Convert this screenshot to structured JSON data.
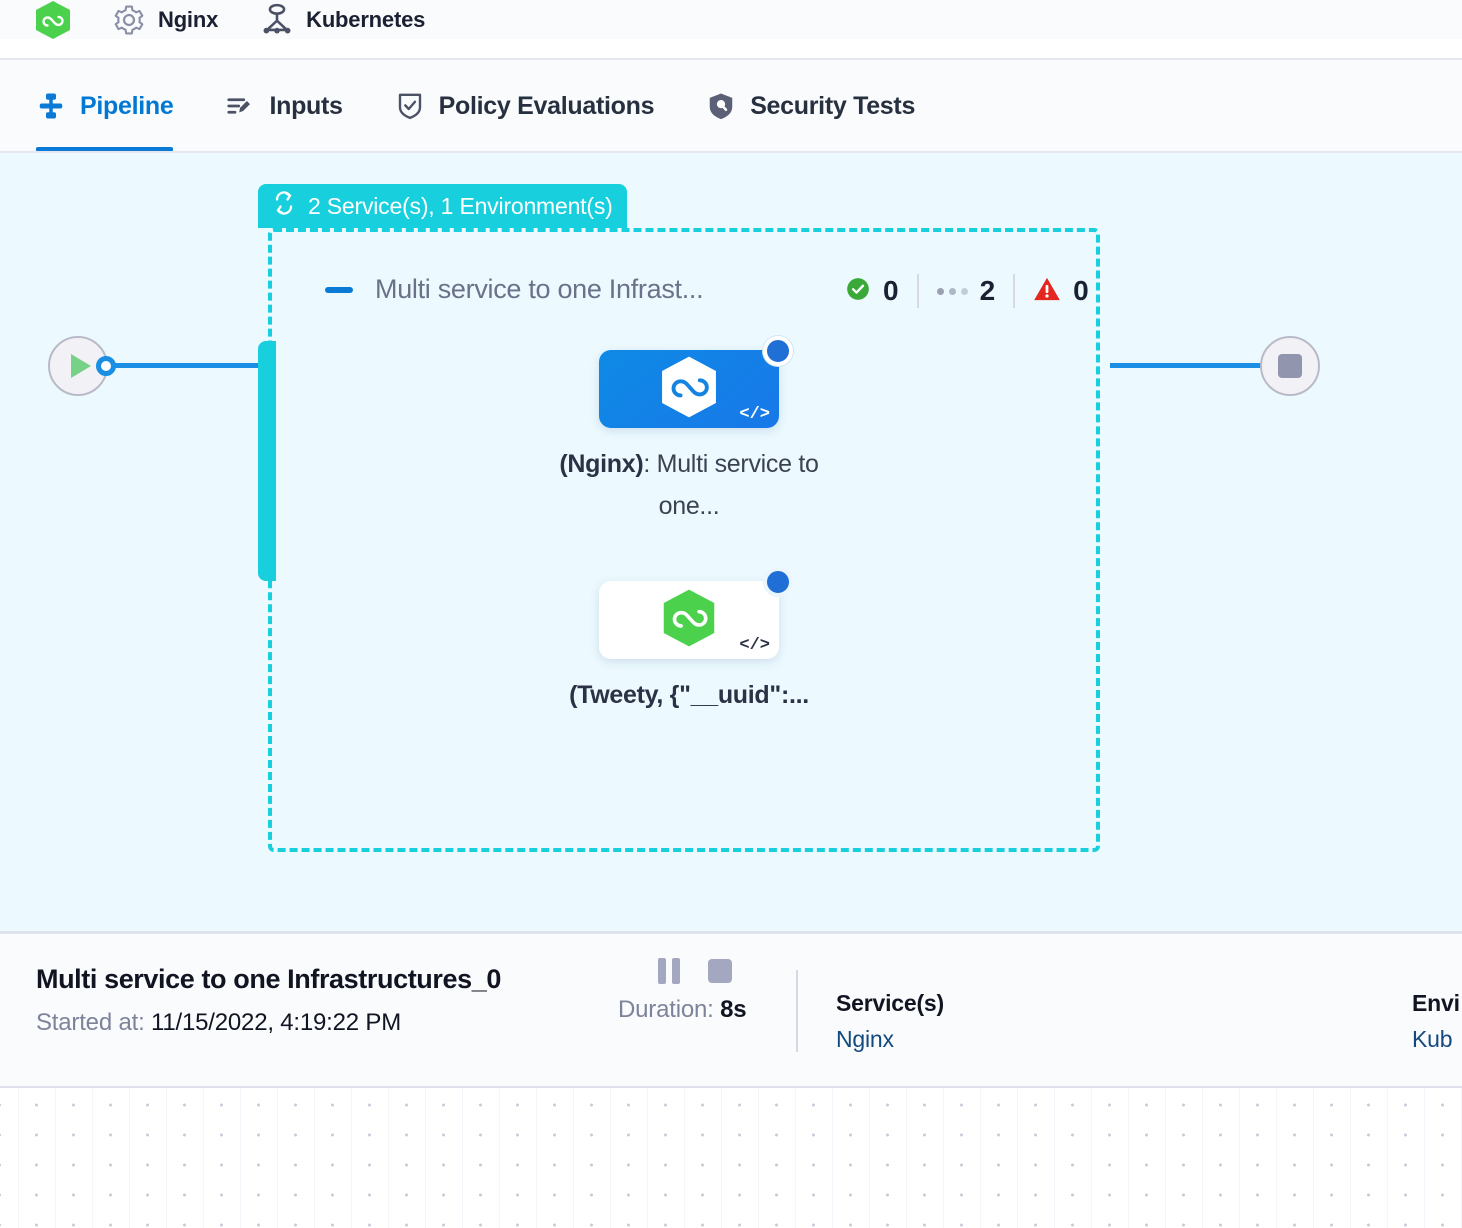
{
  "breadcrumb": {
    "logo_icon": "hexagon-logo-icon",
    "items": [
      {
        "icon": "gear-icon",
        "label": "Nginx"
      },
      {
        "icon": "kubernetes-icon",
        "label": "Kubernetes"
      }
    ]
  },
  "tabs": [
    {
      "id": "pipeline",
      "icon": "pipeline-icon",
      "label": "Pipeline",
      "active": true
    },
    {
      "id": "inputs",
      "icon": "inputs-icon",
      "label": "Inputs",
      "active": false
    },
    {
      "id": "policy",
      "icon": "shield-check-icon",
      "label": "Policy Evaluations",
      "active": false
    },
    {
      "id": "security",
      "icon": "shield-scan-icon",
      "label": "Security Tests",
      "active": false
    }
  ],
  "canvas": {
    "start_node": {
      "icon": "play-icon"
    },
    "end_node": {
      "icon": "stop-icon"
    },
    "group": {
      "badge_icon": "loop-repeat-icon",
      "badge_label": "2 Service(s), 1 Environment(s)",
      "collapse_icon": "collapse-minus-icon",
      "title": "Multi service to one Infrast...",
      "statuses": [
        {
          "icon": "success-check-icon",
          "count": "0"
        },
        {
          "icon": "running-dots-icon",
          "count": "2"
        },
        {
          "icon": "warning-triangle-icon",
          "count": "0"
        }
      ],
      "nodes": [
        {
          "icon": "hexagon-loop-icon",
          "code_icon": "code-brackets-icon",
          "status_icon": "running-ring-icon",
          "label_bold": "(Nginx)",
          "label_rest": ": Multi service to one...",
          "theme": "blue"
        },
        {
          "icon": "hexagon-loop-icon",
          "code_icon": "code-brackets-icon",
          "status_icon": "running-ring-icon",
          "label_bold": "(Tweety, {\"__uuid\":...",
          "label_rest": "",
          "theme": "white"
        }
      ]
    }
  },
  "info": {
    "title": "Multi service to one Infrastructures_0",
    "started_label": "Started at:",
    "started_value": "11/15/2022, 4:19:22 PM",
    "pause_icon": "pause-icon",
    "stop_icon": "stop-square-icon",
    "duration_label": "Duration:",
    "duration_value": "8s",
    "columns": [
      {
        "head": "Service(s)",
        "value": "Nginx"
      },
      {
        "head": "Envi",
        "value": "Kub"
      }
    ]
  },
  "colors": {
    "accent_blue": "#0078d4",
    "group_teal": "#18cfdd",
    "canvas_bg": "#ecfaff",
    "success_green": "#3aa93a",
    "warning_red": "#e5261f",
    "link_navy": "#12497e"
  }
}
